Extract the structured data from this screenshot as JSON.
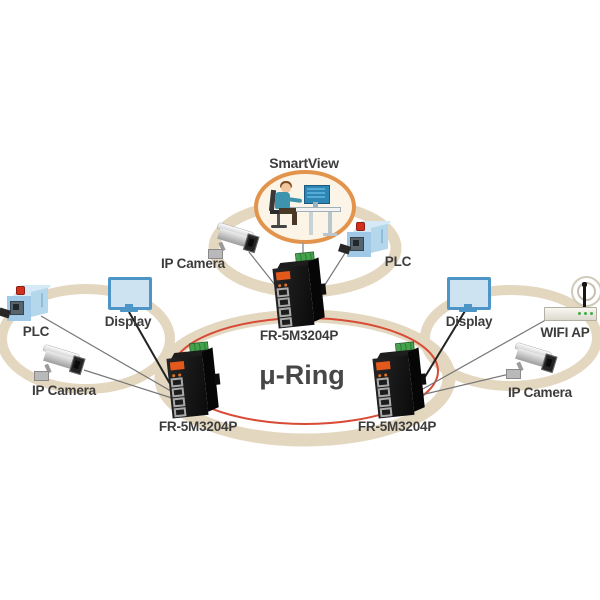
{
  "diagram": {
    "type": "network-ring-topology",
    "center": {
      "ring_label": "μ-Ring"
    },
    "top_cluster": {
      "workstation_label": "SmartView",
      "camera_label": "IP Camera",
      "plc_label": "PLC",
      "switch_label": "FR-5M3204P"
    },
    "left_cluster": {
      "plc_label": "PLC",
      "display_label": "Display",
      "camera_label": "IP Camera",
      "switch_label": "FR-5M3204P"
    },
    "right_cluster": {
      "display_label": "Display",
      "wifi_ap_label": "WIFI AP",
      "camera_label": "IP Camera",
      "switch_label": "FR-5M3204P"
    },
    "colors": {
      "cluster_band": "#e4d7c0",
      "ring_red": "#d84b36",
      "smartview_bubble_stroke": "#e2944c",
      "smartview_bubble_fill": "#fdf4e8",
      "label_text": "#3c3c3c",
      "device_blue": "#9fc9e6",
      "monitor_blue": "#4c95c6",
      "switch_accent_orange": "#e2591b",
      "terminal_green": "#43a34b",
      "wifi_led_green": "#3fae4a"
    }
  }
}
